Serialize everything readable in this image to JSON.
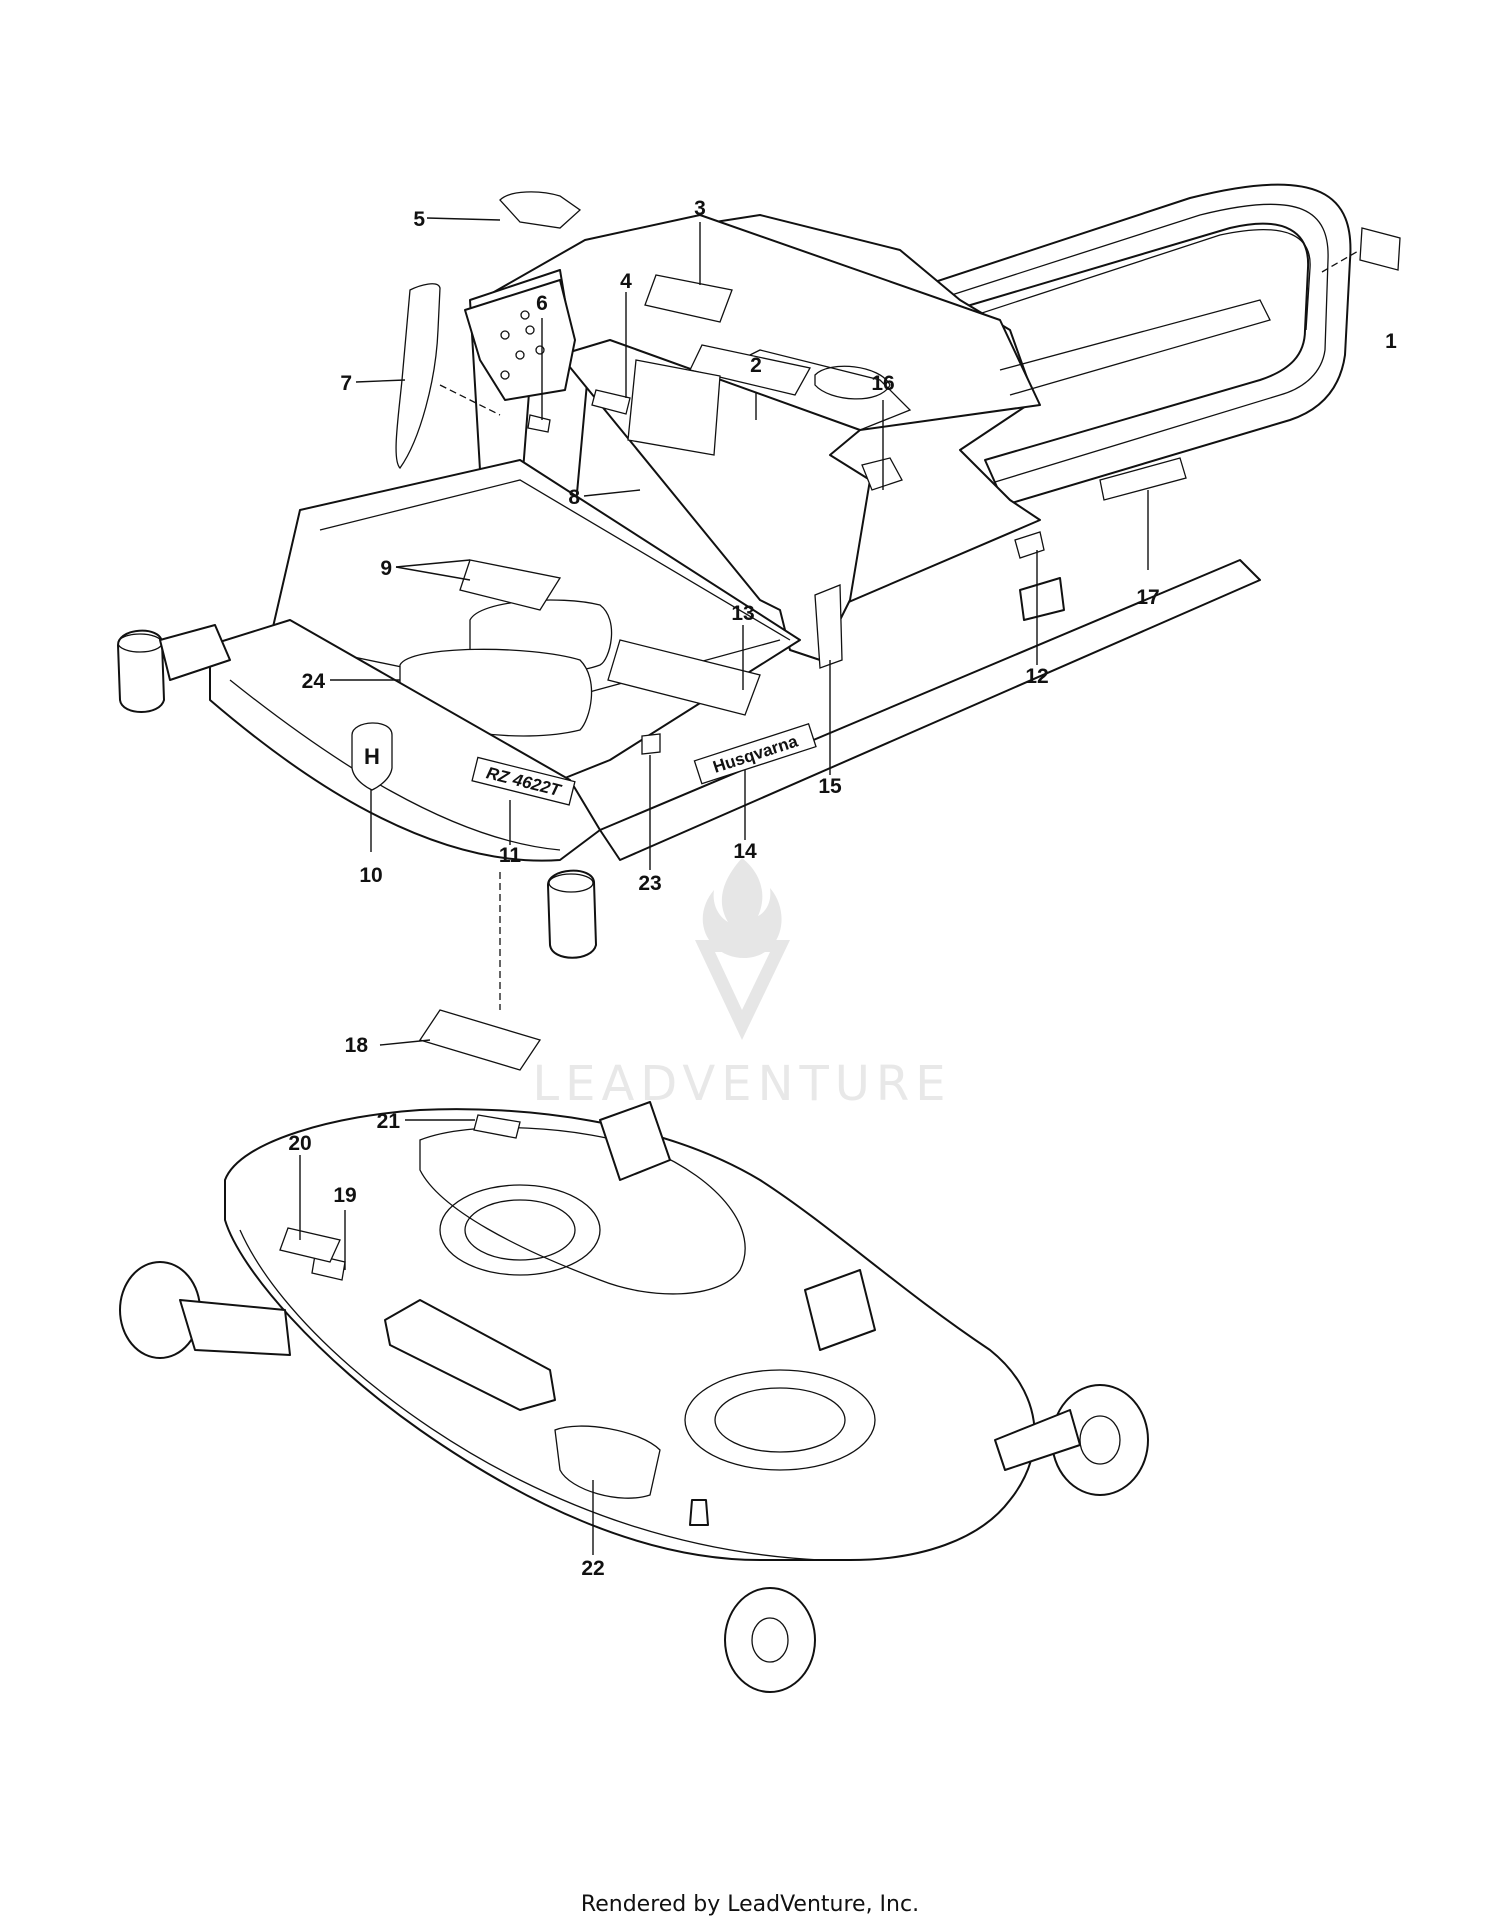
{
  "watermark": {
    "text": "LEADVENTURE",
    "icon": "flame-v-logo"
  },
  "decals": {
    "model_badge": "RZ 4622T",
    "brand_badge": "Husqvarna",
    "emblem": "H"
  },
  "callouts": [
    {
      "n": "1"
    },
    {
      "n": "2"
    },
    {
      "n": "3"
    },
    {
      "n": "4"
    },
    {
      "n": "5"
    },
    {
      "n": "6"
    },
    {
      "n": "7"
    },
    {
      "n": "8"
    },
    {
      "n": "9"
    },
    {
      "n": "10"
    },
    {
      "n": "11"
    },
    {
      "n": "12"
    },
    {
      "n": "13"
    },
    {
      "n": "14"
    },
    {
      "n": "15"
    },
    {
      "n": "16"
    },
    {
      "n": "17"
    },
    {
      "n": "18"
    },
    {
      "n": "19"
    },
    {
      "n": "20"
    },
    {
      "n": "21"
    },
    {
      "n": "22"
    },
    {
      "n": "23"
    },
    {
      "n": "24"
    }
  ],
  "footer": "Rendered by LeadVenture, Inc."
}
